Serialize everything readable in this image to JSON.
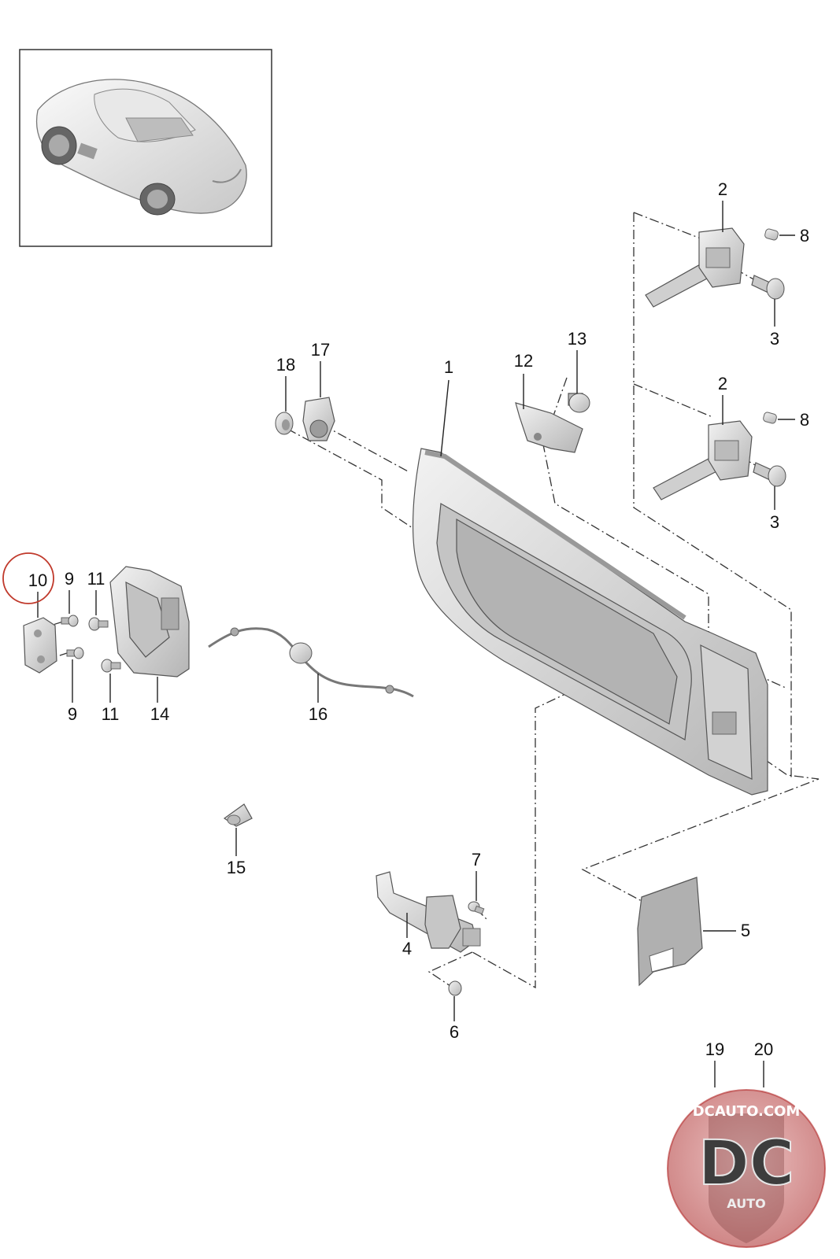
{
  "diagram": {
    "highlighted_callout": "10",
    "callouts": {
      "c1": "1",
      "c2a": "2",
      "c2b": "2",
      "c3a": "3",
      "c3b": "3",
      "c4": "4",
      "c5": "5",
      "c6": "6",
      "c7": "7",
      "c8a": "8",
      "c8b": "8",
      "c9a": "9",
      "c9b": "9",
      "c10": "10",
      "c11a": "11",
      "c11b": "11",
      "c12": "12",
      "c13": "13",
      "c14": "14",
      "c15": "15",
      "c16": "16",
      "c17": "17",
      "c18": "18",
      "c19": "19",
      "c20": "20"
    }
  },
  "watermark": {
    "site": "DCAUTO.COM",
    "letters": "DC",
    "sub": "AUTO"
  },
  "colors": {
    "highlight_ring": "#c0392b",
    "watermark_red": "#b32a2a",
    "part_fill": "#d6d6d6"
  }
}
